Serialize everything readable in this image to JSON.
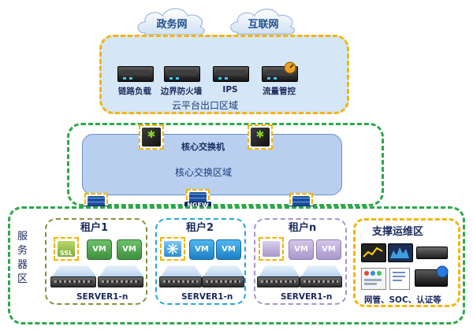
{
  "clouds": {
    "gov": "政务网",
    "internet": "互联网"
  },
  "exit_zone": {
    "title": "云平台出口区域",
    "devices": [
      {
        "label": "链路负载",
        "icon": "load-balancer-icon"
      },
      {
        "label": "边界防火墙",
        "icon": "firewall-appliance-icon"
      },
      {
        "label": "IPS",
        "icon": "ips-appliance-icon"
      },
      {
        "label": "流量管控",
        "icon": "traffic-control-icon"
      }
    ]
  },
  "core_zone": {
    "switch_label": "核心交换机",
    "title": "核心交换区域"
  },
  "ngfw_label": "NGFW",
  "server_zone": {
    "title": "服务器区",
    "tenants": [
      {
        "name": "租户1",
        "server": "SERVER1-n",
        "vm": "VM",
        "ssl": "SSL"
      },
      {
        "name": "租户2",
        "server": "SERVER1-n",
        "vm": "VM"
      },
      {
        "name": "租户n",
        "server": "SERVER1-n",
        "vm": "VM"
      }
    ],
    "support": {
      "title": "支撑运维区",
      "caption": "网管、SOC、认证等"
    }
  },
  "colors": {
    "exit_border": "#f5b400",
    "green_border": "#2da84a",
    "core_fill": "#b8cff0",
    "tenant1_border": "#8a8f3a",
    "tenant2_border": "#23a6dd",
    "tenantn_border": "#a795c9"
  }
}
